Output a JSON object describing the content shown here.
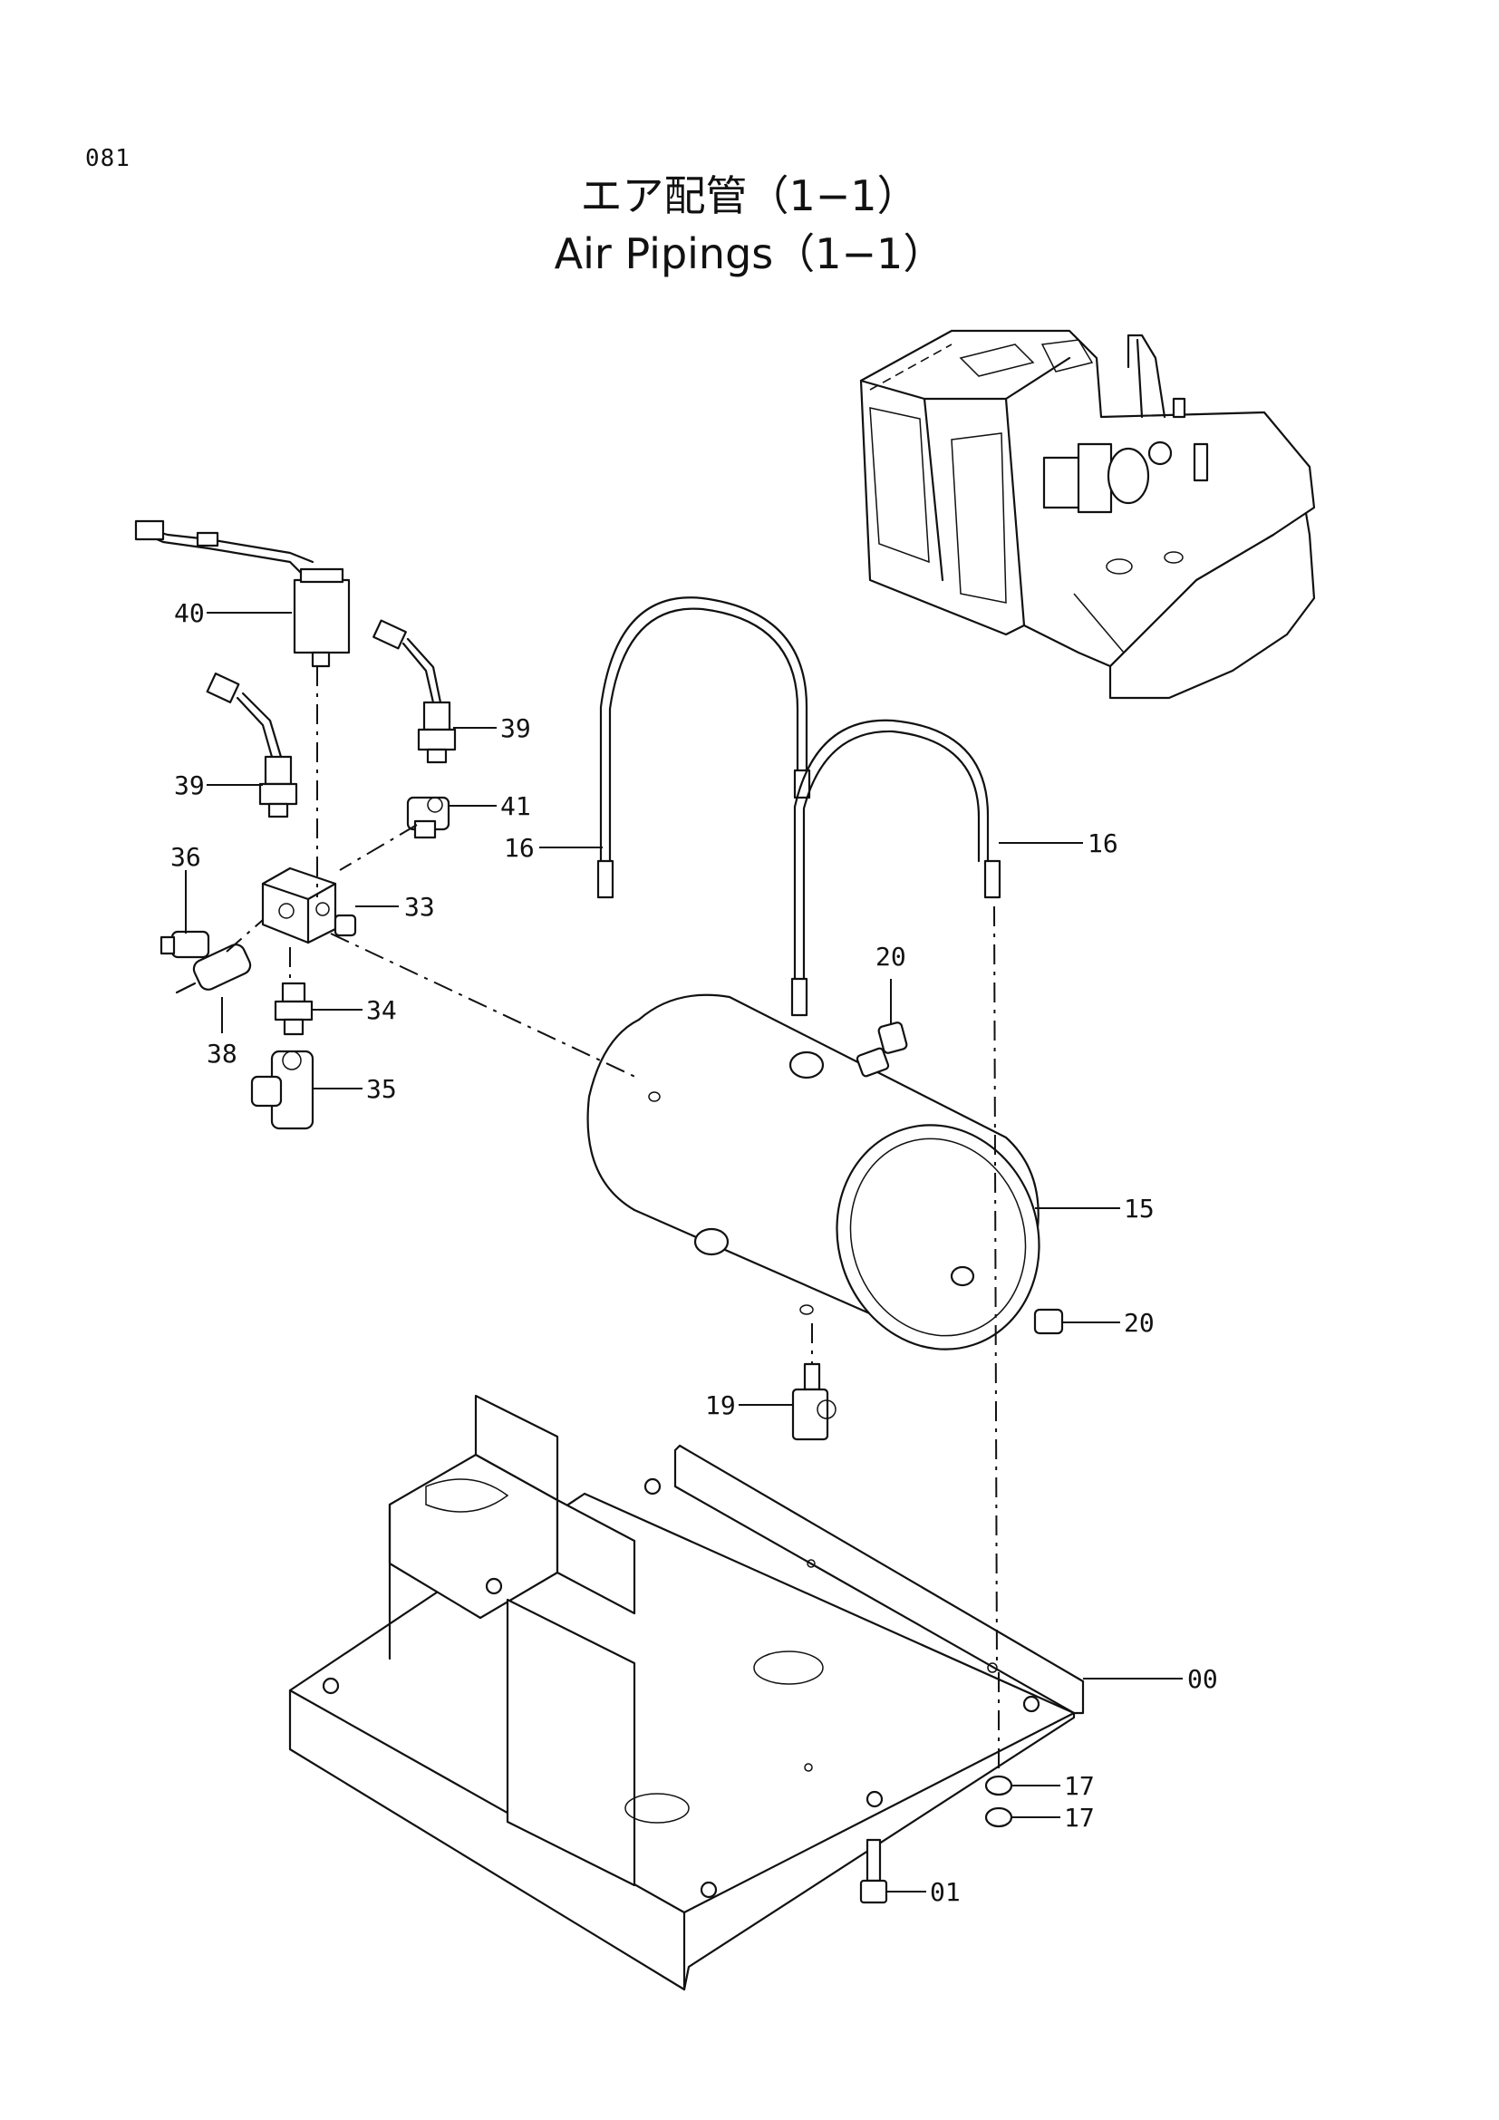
{
  "page_number": "081",
  "title_jp": "エア配管（1−1）",
  "title_en": "Air Pipings（1−1）",
  "callouts": {
    "c40": "40",
    "c39a": "39",
    "c39b": "39",
    "c41": "41",
    "c36": "36",
    "c33": "33",
    "c34": "34",
    "c38": "38",
    "c35": "35",
    "c16a": "16",
    "c16b": "16",
    "c20a": "20",
    "c20b": "20",
    "c15": "15",
    "c19": "19",
    "c00": "00",
    "c17a": "17",
    "c17b": "17",
    "c01": "01"
  }
}
